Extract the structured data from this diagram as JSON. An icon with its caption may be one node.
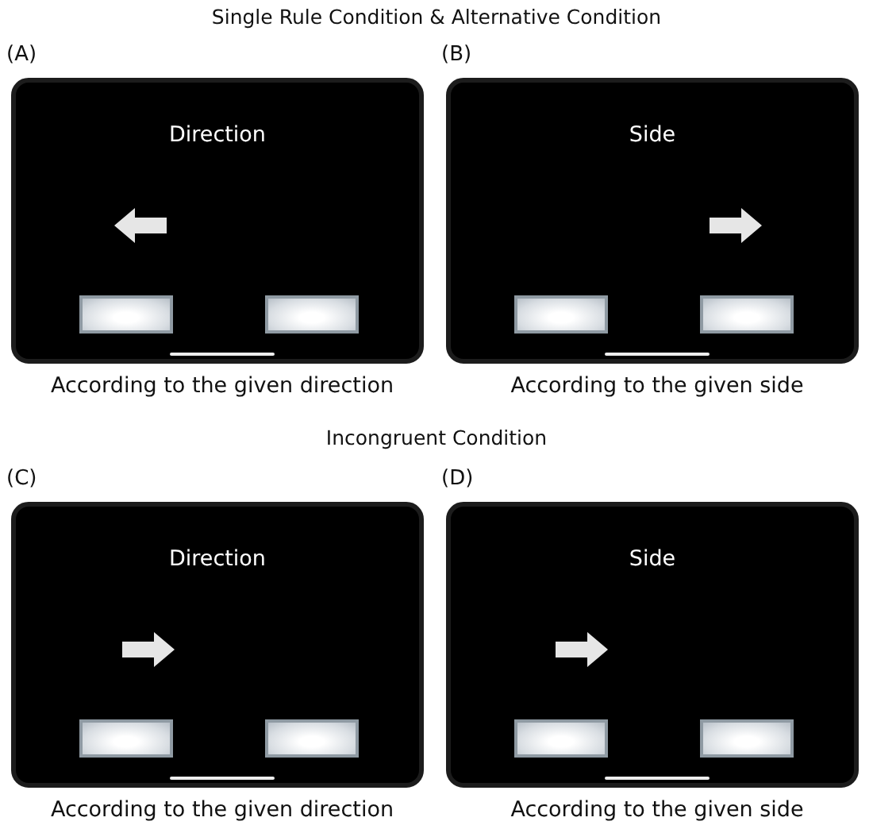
{
  "diagram": {
    "nodes": [
      {
        "text": [
          "(A)",
          "Direction"
        ],
        "beside": [
          "According to the given direction"
        ]
      },
      {
        "text": [
          "(B)",
          "Side"
        ],
        "beside": [
          "According to the given side"
        ]
      },
      {
        "text": [
          "(C)",
          "Direction"
        ],
        "beside": [
          "According to the given direction"
        ]
      },
      {
        "text": [
          "(D)",
          "Side"
        ],
        "beside": [
          "According to the given side"
        ]
      }
    ],
    "labels": [
      "Single Rule Condition & Alternative Condition",
      "Incongruent Condition"
    ]
  }
}
